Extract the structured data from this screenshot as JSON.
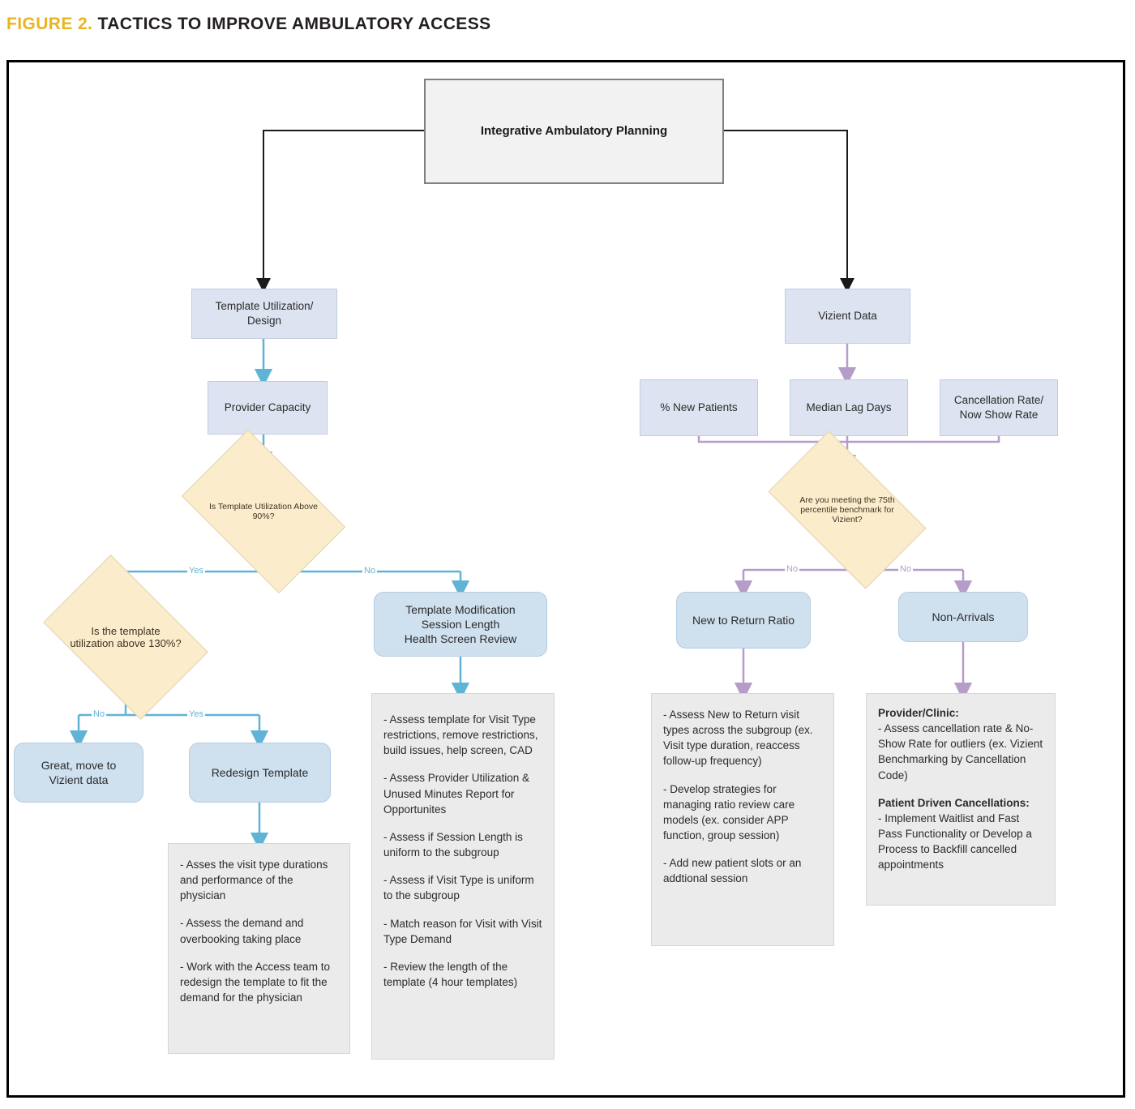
{
  "figure": {
    "number": "FIGURE 2.",
    "title": "TACTICS TO IMPROVE AMBULATORY ACCESS"
  },
  "colors": {
    "accent_yellow": "#e8b41f",
    "root_fill": "#f2f2f2",
    "rect_fill": "#dde3f0",
    "round_fill": "#cfe0ef",
    "diamond_fill": "#fbeccb",
    "panel_fill": "#ebebeb",
    "edge_blue": "#5fb4d6",
    "edge_purple": "#b69cc9",
    "edge_black": "#1a1a1a"
  },
  "diagram": {
    "type": "flowchart",
    "root": {
      "label": "Integrative Ambulatory Planning"
    },
    "left_branch": {
      "node_template_utilization": {
        "label": "Template Utilization/\nDesign"
      },
      "node_provider_capacity": {
        "label": "Provider Capacity"
      },
      "decision_util_90": {
        "label": "Is Template Utilization Above\n90%?"
      },
      "decision_util_130": {
        "label": "Is the template\nutilization above 130%?"
      },
      "node_template_modification": {
        "label": "Template Modification\nSession Length\nHealth Screen Review"
      },
      "node_great_move": {
        "label": "Great, move to\nVizient data"
      },
      "node_redesign_template": {
        "label": "Redesign Template"
      },
      "panel_redesign": {
        "items": [
          "- Asses the visit type durations and performance of the physician",
          "- Assess the demand and overbooking taking place",
          "- Work with the Access team to redesign the template to fit the demand for the physician"
        ]
      },
      "panel_template_modification": {
        "items": [
          "- Assess template for Visit Type restrictions, remove restrictions, build issues, help screen, CAD",
          "- Assess Provider Utilization & Unused Minutes Report for Opportunites",
          "- Assess if Session Length is uniform to the subgroup",
          "- Assess if Visit Type is uniform to the subgroup",
          "- Match reason for Visit with Visit Type Demand",
          "- Review the length of the template (4 hour templates)"
        ]
      },
      "edge_labels": {
        "util90_yes": "Yes",
        "util90_no": "No",
        "util130_no": "No",
        "util130_yes": "Yes"
      }
    },
    "right_branch": {
      "node_vizient_data": {
        "label": "Vizient Data"
      },
      "node_pct_new_patients": {
        "label": "% New Patients"
      },
      "node_median_lag_days": {
        "label": "Median Lag Days"
      },
      "node_cancellation_rate": {
        "label": "Cancellation Rate/\nNow Show Rate"
      },
      "decision_benchmark": {
        "label": "Are you meeting the 75th\npercentile benchmark for\nVizient?"
      },
      "node_new_to_return": {
        "label": "New to Return Ratio"
      },
      "node_non_arrivals": {
        "label": "Non-Arrivals"
      },
      "panel_new_to_return": {
        "items": [
          "- Assess New to Return visit types across the subgroup (ex. Visit type duration, reaccess follow-up frequency)",
          "- Develop strategies for managing ratio review care models  (ex. consider APP function, group session)",
          "- Add new patient slots or an addtional session"
        ]
      },
      "panel_non_arrivals": {
        "head1": "Provider/Clinic:",
        "body1": "- Assess cancellation rate & No- Show Rate for outliers (ex. Vizient Benchmarking by Cancellation Code)",
        "head2": "Patient Driven Cancellations:",
        "body2": "- Implement Waitlist and Fast Pass Functionality or Develop a Process to Backfill cancelled appointments"
      },
      "edge_labels": {
        "benchmark_no_left": "No",
        "benchmark_no_right": "No"
      }
    }
  }
}
